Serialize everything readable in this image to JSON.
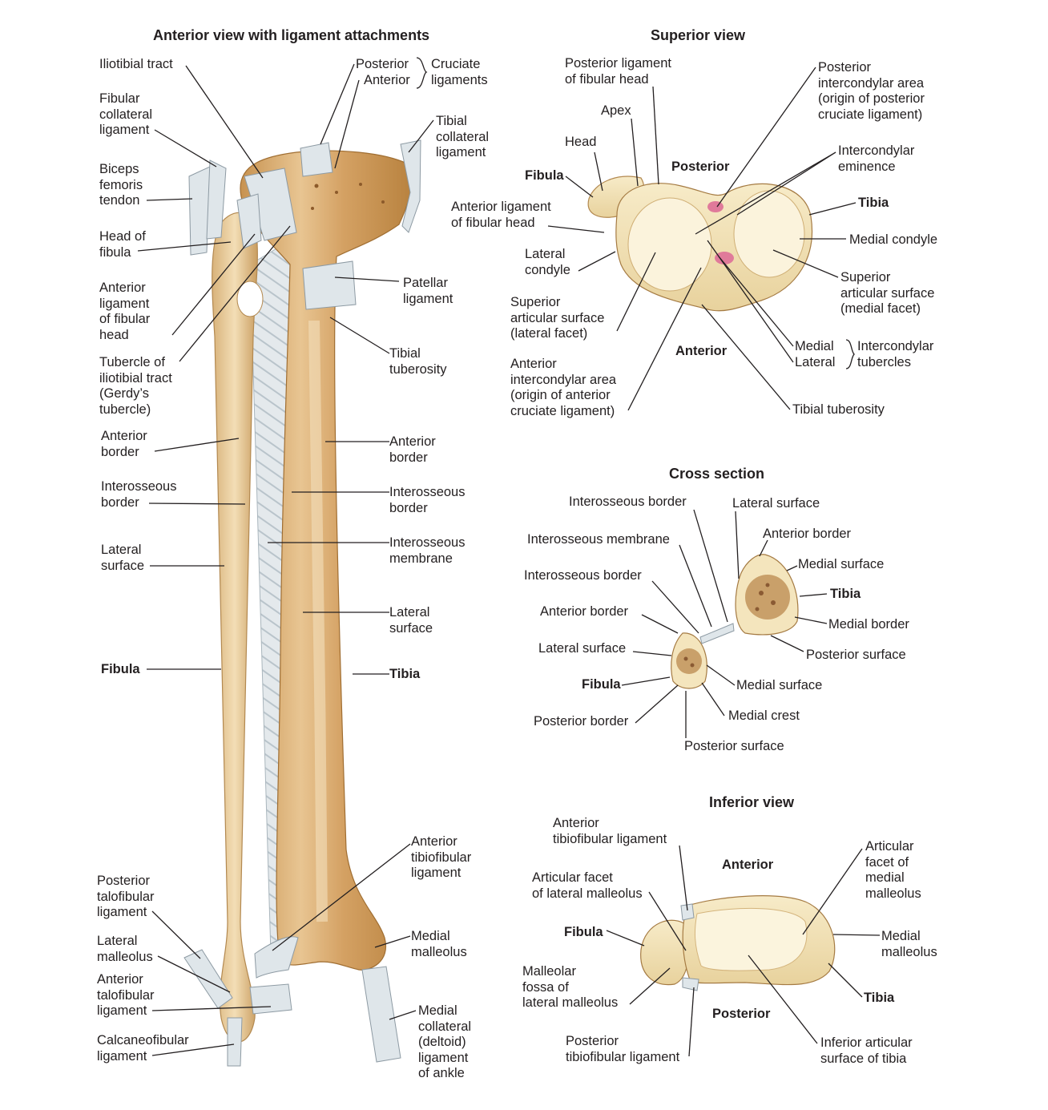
{
  "headings": {
    "anterior_view": "Anterior view with ligament attachments",
    "superior_view": "Superior view",
    "cross_section": "Cross section",
    "inferior_view": "Inferior view"
  },
  "anterior_view": {
    "iliotibial_tract": "Iliotibial tract",
    "posterior": "Posterior",
    "anterior": "Anterior",
    "cruciate_ligaments": "Cruciate\nligaments",
    "fibular_collateral_ligament": "Fibular\ncollateral\nligament",
    "tibial_collateral_ligament": "Tibial\ncollateral\nligament",
    "biceps_femoris_tendon": "Biceps\nfemoris\ntendon",
    "head_of_fibula": "Head of\nfibula",
    "anterior_ligament_fibular_head": "Anterior\nligament\nof fibular\nhead",
    "patellar_ligament": "Patellar\nligament",
    "tibial_tuberosity": "Tibial\ntuberosity",
    "tubercle_iliotibial_tract": "Tubercle of\niliotibial tract\n(Gerdy’s\ntubercle)",
    "anterior_border_left": "Anterior\nborder",
    "anterior_border_right": "Anterior\nborder",
    "interosseous_border_left": "Interosseous\nborder",
    "interosseous_border_right": "Interosseous\nborder",
    "interosseous_membrane": "Interosseous\nmembrane",
    "lateral_surface_left": "Lateral\nsurface",
    "lateral_surface_right": "Lateral\nsurface",
    "fibula": "Fibula",
    "tibia": "Tibia",
    "anterior_tibiofibular_ligament": "Anterior\ntibiofibular\nligament",
    "posterior_talofibular_ligament": "Posterior\ntalofibular\nligament",
    "medial_malleolus": "Medial\nmalleolus",
    "lateral_malleolus": "Lateral\nmalleolus",
    "anterior_talofibular_ligament": "Anterior\ntalofibular\nligament",
    "medial_collateral_ligament": "Medial\ncollateral\n(deltoid)\nligament\nof ankle",
    "calcaneofibular_ligament": "Calcaneofibular\nligament"
  },
  "superior_view": {
    "posterior_ligament_fibular_head": "Posterior ligament\nof fibular head",
    "posterior_intercondylar_area": "Posterior\nintercondylar area\n(origin of posterior\ncruciate ligament)",
    "apex": "Apex",
    "head": "Head",
    "intercondylar_eminence": "Intercondylar\neminence",
    "fibula": "Fibula",
    "posterior": "Posterior",
    "tibia": "Tibia",
    "anterior_ligament_fibular_head": "Anterior ligament\nof fibular head",
    "medial_condyle": "Medial condyle",
    "lateral_condyle": "Lateral\ncondyle",
    "superior_articular_medial": "Superior\narticular surface\n(medial facet)",
    "superior_articular_lateral": "Superior\narticular surface\n(lateral facet)",
    "anterior": "Anterior",
    "medial": "Medial",
    "lateral": "Lateral",
    "intercondylar_tubercles": "Intercondylar\ntubercles",
    "anterior_intercondylar_area": "Anterior\nintercondylar area\n(origin of anterior\ncruciate ligament)",
    "tibial_tuberosity": "Tibial tuberosity"
  },
  "cross_section": {
    "interosseous_border_top": "Interosseous border",
    "lateral_surface_top": "Lateral surface",
    "anterior_border_top": "Anterior border",
    "interosseous_membrane": "Interosseous membrane",
    "medial_surface_top": "Medial surface",
    "interosseous_border_mid": "Interosseous border",
    "tibia": "Tibia",
    "anterior_border_mid": "Anterior border",
    "medial_border": "Medial border",
    "lateral_surface_mid": "Lateral surface",
    "posterior_surface_top": "Posterior surface",
    "fibula": "Fibula",
    "medial_surface_bottom": "Medial surface",
    "medial_crest": "Medial crest",
    "posterior_border": "Posterior border",
    "posterior_surface_bottom": "Posterior surface"
  },
  "inferior_view": {
    "anterior_tibiofibular_ligament": "Anterior\ntibiofibular ligament",
    "articular_facet_medial_malleolus": "Articular\nfacet of\nmedial\nmalleolus",
    "anterior": "Anterior",
    "articular_facet_lateral_malleolus": "Articular facet\nof lateral malleolus",
    "fibula": "Fibula",
    "medial_malleolus": "Medial\nmalleolus",
    "malleolar_fossa": "Malleolar\nfossa of\nlateral malleolus",
    "tibia": "Tibia",
    "posterior": "Posterior",
    "posterior_tibiofibular_ligament": "Posterior\ntibiofibular ligament",
    "inferior_articular_surface": "Inferior articular\nsurface of tibia"
  },
  "colors": {
    "bone_dark": "#c99a5b",
    "bone_light": "#f2e1b3",
    "ligament": "#d9e1e6",
    "cruciate_marker": "#e07a9a",
    "marrow": "#8a5a33",
    "line": "#231f20"
  }
}
